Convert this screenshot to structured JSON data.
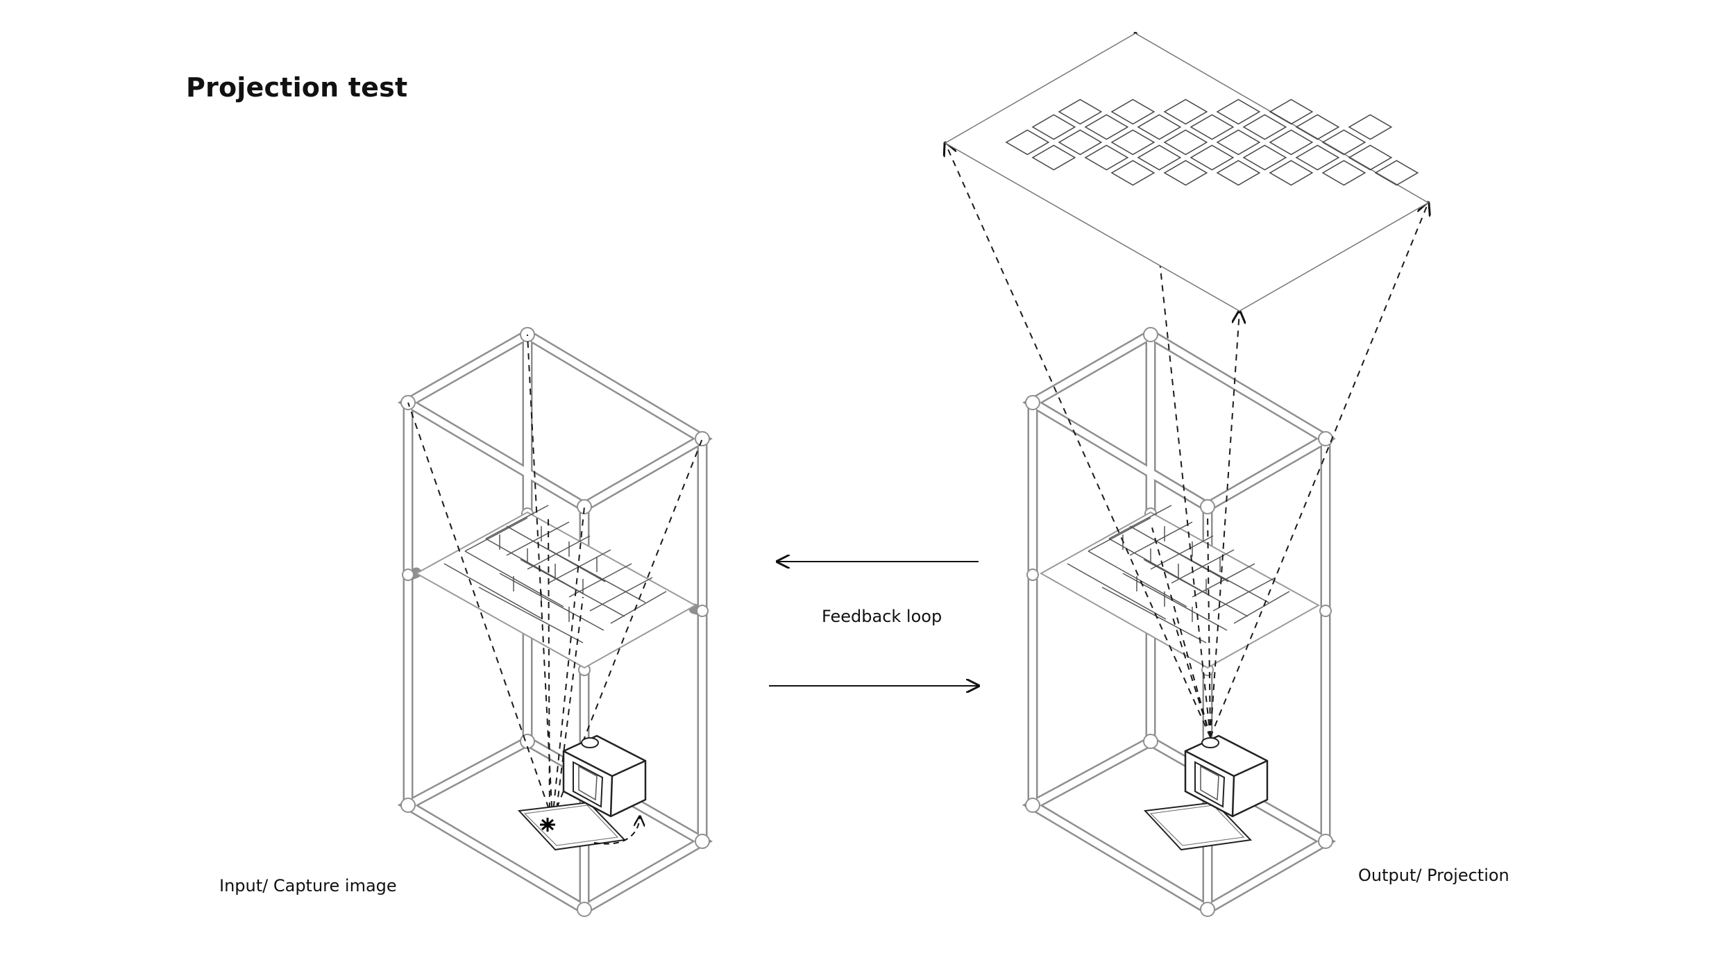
{
  "title": "Projection test",
  "labels": {
    "input": "Input/ Capture image",
    "output": "Output/ Projection",
    "loop": "Feedback loop"
  },
  "colors": {
    "frame": "#8f8f8f",
    "lines": "#1a1a1a",
    "background": "#ffffff"
  },
  "icons": [
    "camera-icon",
    "tablet-icon",
    "projection-screen",
    "arrow-left-icon",
    "arrow-right-icon"
  ]
}
